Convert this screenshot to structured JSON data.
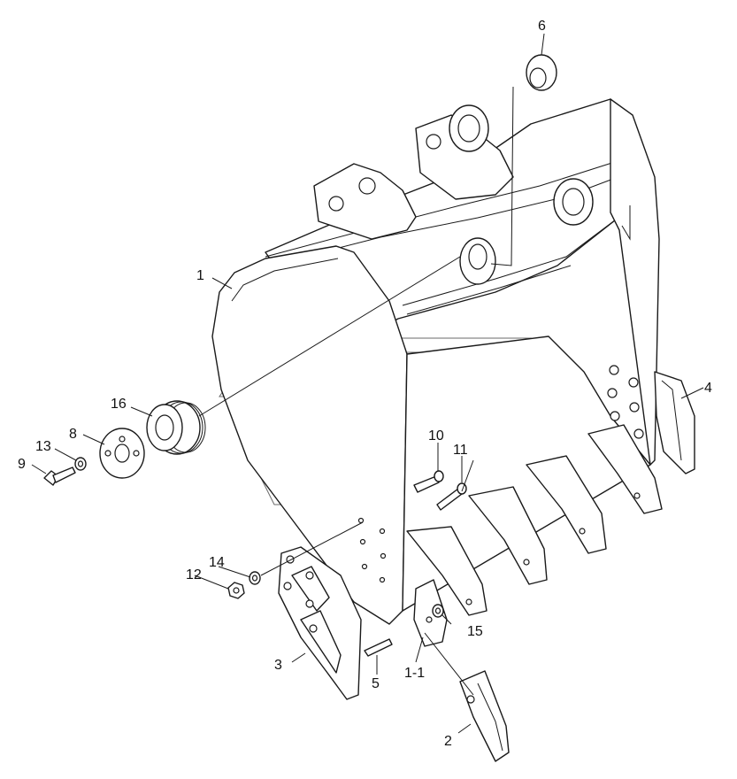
{
  "diagram": {
    "callouts": [
      {
        "id": "c6",
        "text": "6"
      },
      {
        "id": "c1",
        "text": "1"
      },
      {
        "id": "c4",
        "text": "4"
      },
      {
        "id": "c16",
        "text": "16"
      },
      {
        "id": "c8",
        "text": "8"
      },
      {
        "id": "c13",
        "text": "13"
      },
      {
        "id": "c9",
        "text": "9"
      },
      {
        "id": "c10",
        "text": "10"
      },
      {
        "id": "c11",
        "text": "11"
      },
      {
        "id": "c14",
        "text": "14"
      },
      {
        "id": "c12",
        "text": "12"
      },
      {
        "id": "c15",
        "text": "15"
      },
      {
        "id": "c3",
        "text": "3"
      },
      {
        "id": "c5",
        "text": "5"
      },
      {
        "id": "c1-1",
        "text": "1-1"
      },
      {
        "id": "c2",
        "text": "2"
      }
    ]
  }
}
